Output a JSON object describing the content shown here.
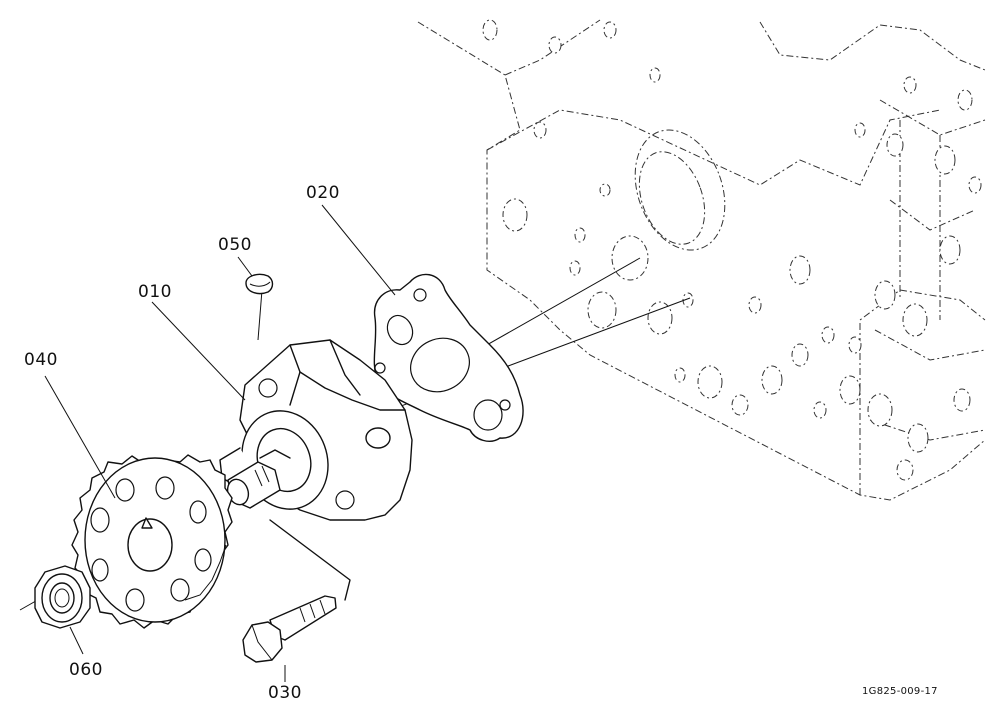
{
  "parts": [
    {
      "id": "010",
      "label": "010"
    },
    {
      "id": "020",
      "label": "020"
    },
    {
      "id": "030",
      "label": "030"
    },
    {
      "id": "040",
      "label": "040"
    },
    {
      "id": "050",
      "label": "050"
    },
    {
      "id": "060",
      "label": "060"
    }
  ],
  "drawing_code": "1G825-009-17"
}
